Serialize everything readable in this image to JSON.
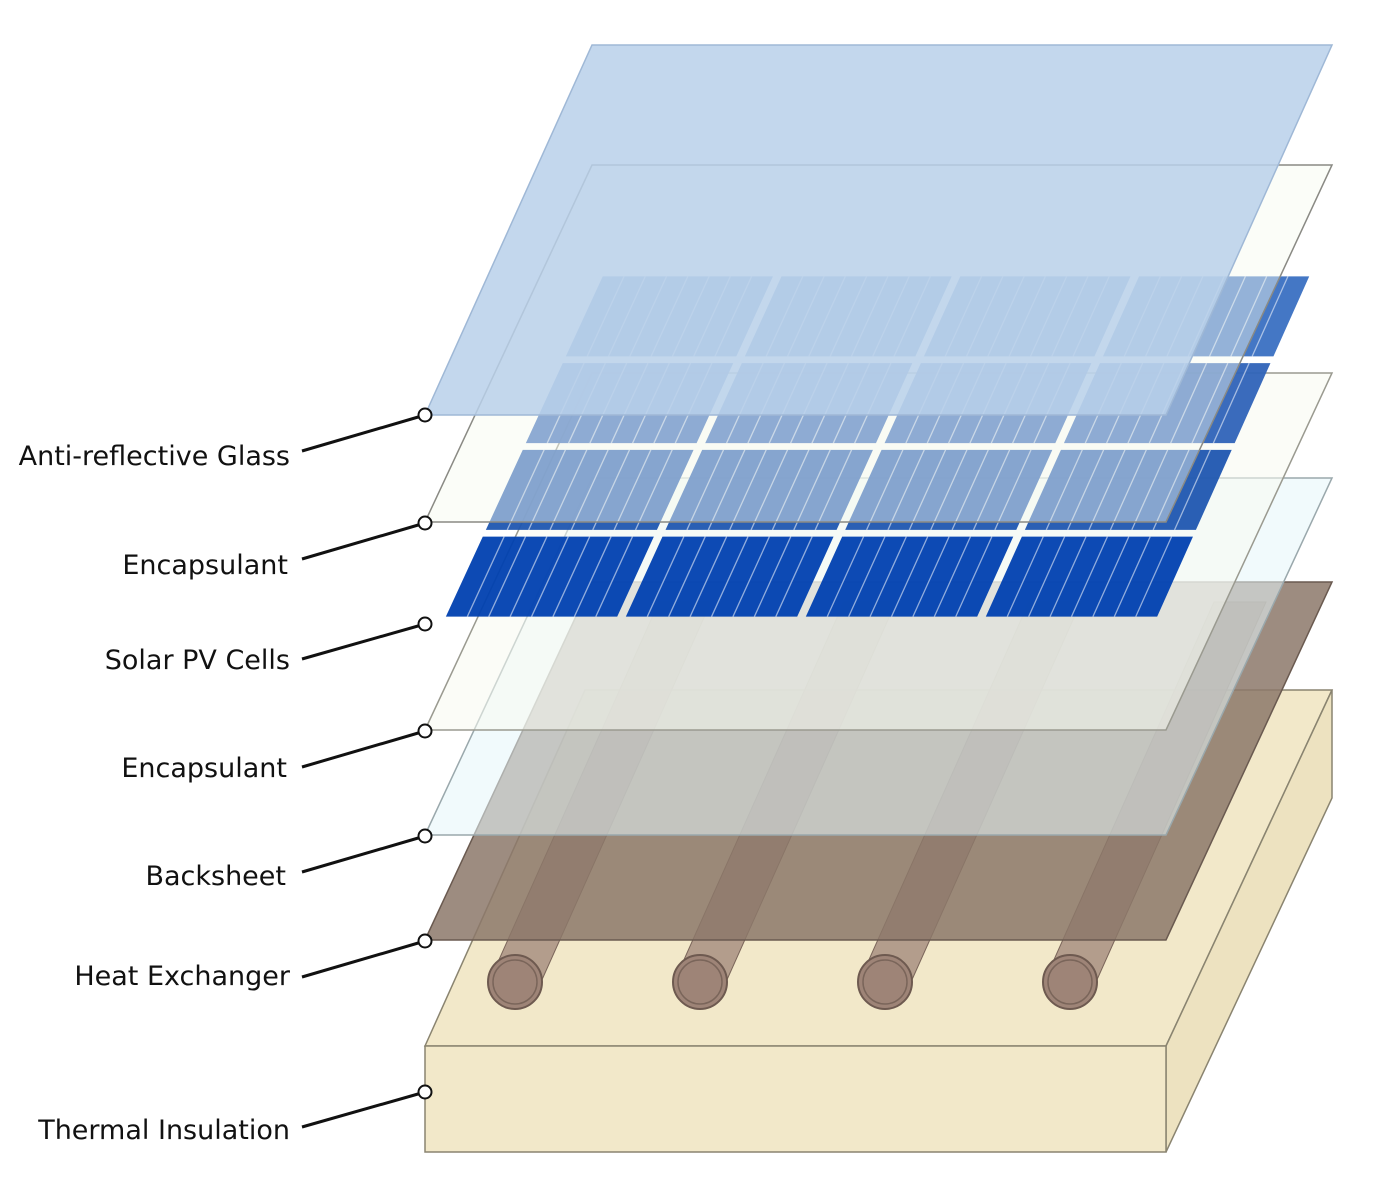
{
  "layers": [
    {
      "id": "glass",
      "label": "Anti-reflective Glass"
    },
    {
      "id": "encapsulant-top",
      "label": "Encapsulant"
    },
    {
      "id": "pv-cells",
      "label": "Solar PV Cells"
    },
    {
      "id": "encapsulant-bottom",
      "label": "Encapsulant"
    },
    {
      "id": "backsheet",
      "label": "Backsheet"
    },
    {
      "id": "heat-exchanger",
      "label": "Heat Exchanger"
    },
    {
      "id": "insulation",
      "label": "Thermal Insulation"
    }
  ],
  "colors": {
    "glass": "#b8d0ea",
    "encapsulant": "#f7faf0",
    "backsheet_film": "#e6f6fa",
    "heat_exchanger": "#8c786a",
    "pipe": "#9e8477",
    "insulation": "#f2e8c9",
    "cell_dark": "#0040b0",
    "cell_light": "#3a6fc0"
  }
}
